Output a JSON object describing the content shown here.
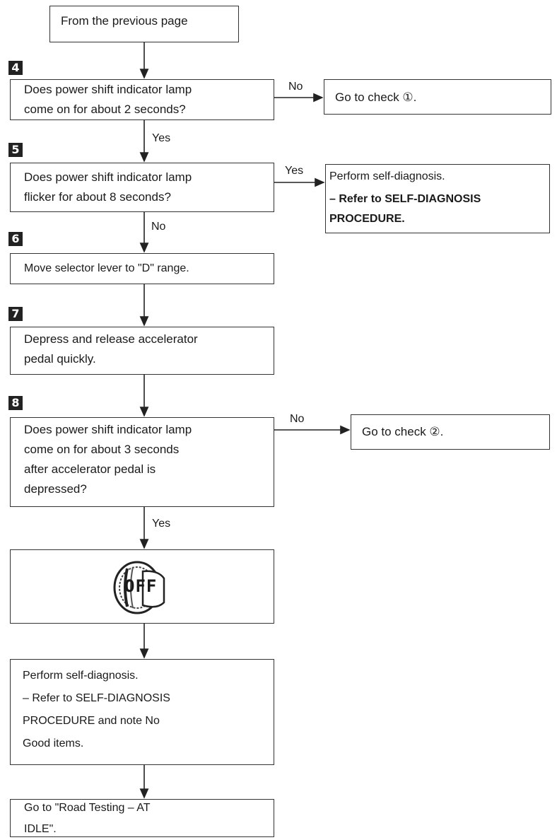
{
  "steps": {
    "s4": "4",
    "s5": "5",
    "s6": "6",
    "s7": "7",
    "s8": "8"
  },
  "boxes": {
    "previous": "From the previous page",
    "q4": "Does power shift indicator lamp\ncome on for about 2 seconds?",
    "check1": "Go to check ①.",
    "q5": "Does power shift indicator lamp\nflicker for about 8 seconds?",
    "self_diag_a_line1": "Perform self-diagnosis.",
    "self_diag_a_line2": "– Refer to SELF-DIAGNOSIS\nPROCEDURE.",
    "move_selector": "Move selector lever to \"D\" range.",
    "depress": "Depress and release accelerator\npedal quickly.",
    "q8": "Does power shift indicator lamp\ncome on for about 3 seconds\nafter accelerator pedal is\ndepressed?",
    "check2": "Go to check ②.",
    "ignition": "OFF",
    "self_diag_b": "Perform self-diagnosis.\n– Refer to SELF-DIAGNOSIS\nPROCEDURE and note No\nGood items.",
    "road_test": "Go to \"Road Testing – AT\nIDLE\"."
  },
  "labels": {
    "no_4": "No",
    "yes_4": "Yes",
    "yes_5": "Yes",
    "no_5": "No",
    "no_8": "No",
    "yes_8": "Yes"
  }
}
